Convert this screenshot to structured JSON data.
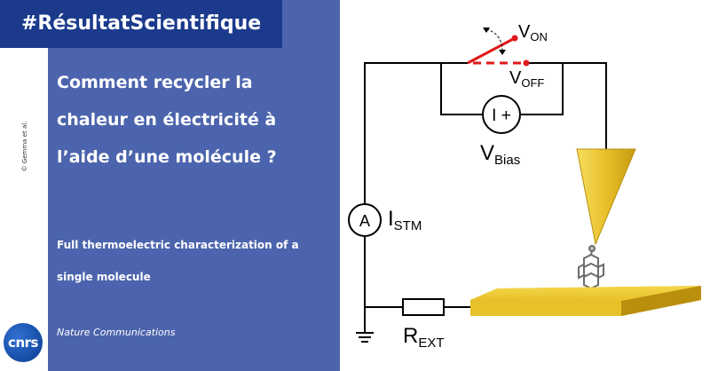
{
  "tag": "#RésultatScientifique",
  "credit": "© Gemma et al.",
  "headline_lines": [
    "Comment recycler la",
    "chaleur en électricité à",
    "l’aide d’une molécule ?"
  ],
  "subtitle_lines": [
    "Full thermoelectric characterization of a",
    "single molecule"
  ],
  "journal": "Nature Communications",
  "logo_text": "cnrs",
  "circuit": {
    "v_on": {
      "main": "V",
      "sub": "ON"
    },
    "v_off": {
      "main": "V",
      "sub": "OFF"
    },
    "v_bias": {
      "main": "V",
      "sub": "Bias"
    },
    "i_stm": {
      "main": "I",
      "sub": "STM"
    },
    "r_ext": {
      "main": "R",
      "sub": "EXT"
    },
    "ammeter_symbol": "A",
    "source_symbol": "I +"
  },
  "colors": {
    "panel_blue": "#4c64ad",
    "tag_blue": "#1b3a8c",
    "switch_red": "#e0191b",
    "gold": "#e8c02a"
  }
}
